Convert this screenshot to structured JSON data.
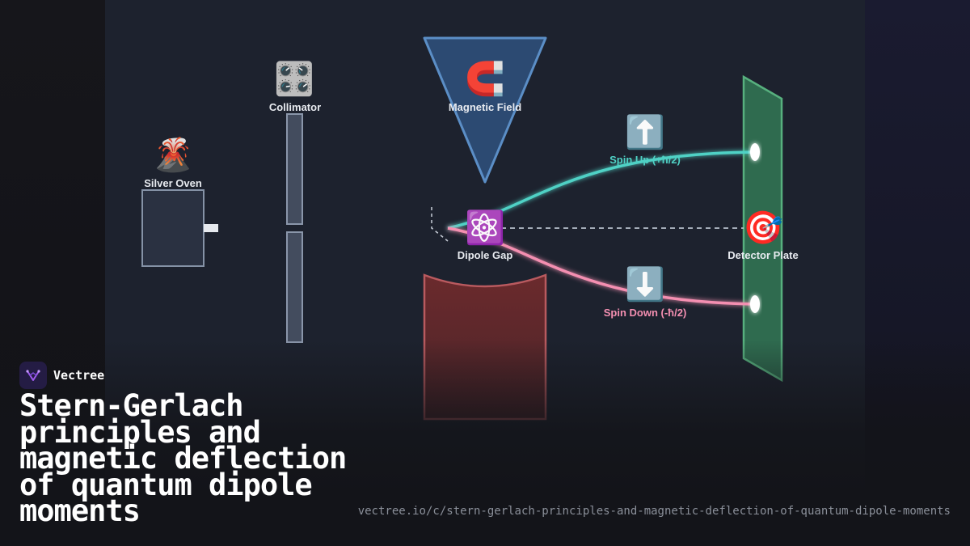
{
  "diagram": {
    "nodes": [
      {
        "id": "oven",
        "label": "Silver Oven",
        "icon": "volcano-icon",
        "glyph": "🌋"
      },
      {
        "id": "collimator",
        "label": "Collimator",
        "icon": "control-knobs-icon",
        "glyph": "🎛️"
      },
      {
        "id": "magnet",
        "label": "Magnetic Field",
        "icon": "magnet-icon",
        "glyph": "🧲"
      },
      {
        "id": "gap",
        "label": "Dipole Gap",
        "icon": "atom-icon",
        "glyph": "⚛️"
      },
      {
        "id": "up",
        "label": "Spin Up (+ħ/2)",
        "icon": "arrow-up-icon",
        "glyph": "⬆️"
      },
      {
        "id": "down",
        "label": "Spin Down (-ħ/2)",
        "icon": "arrow-down-icon",
        "glyph": "⬇️"
      },
      {
        "id": "detector",
        "label": "Detector Plate",
        "icon": "target-icon",
        "glyph": "🎯"
      }
    ],
    "colors": {
      "spin_up": "#4fd1c5",
      "spin_down": "#f48fb1",
      "magnet_north": "#2c4a72",
      "magnet_south": "#5e2a2e",
      "detector": "#2f6b4f"
    }
  },
  "brand": {
    "name": "Vectree"
  },
  "title": "Stern-Gerlach principles and magnetic deflection of quantum dipole moments",
  "url": "vectree.io/c/stern-gerlach-principles-and-magnetic-deflection-of-quantum-dipole-moments"
}
